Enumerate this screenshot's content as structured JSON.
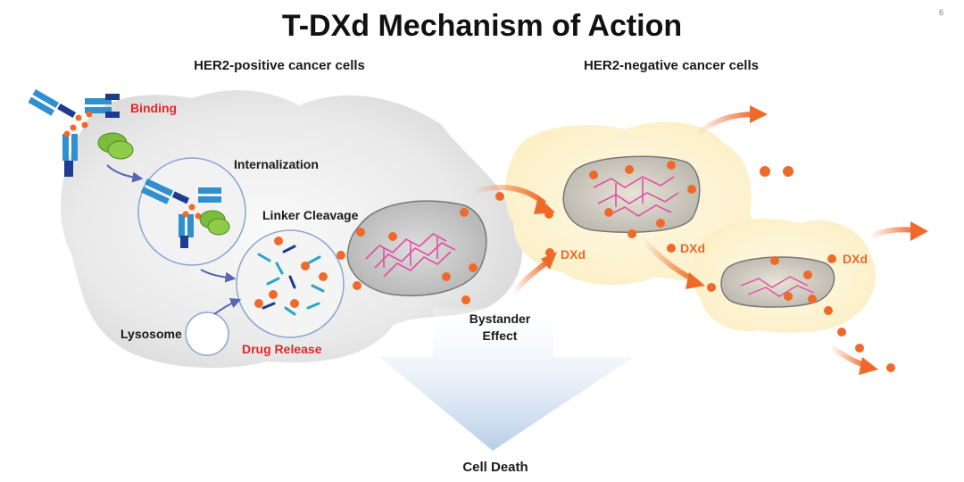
{
  "title": "T-DXd Mechanism of Action",
  "page_number": "6",
  "sections": {
    "left_heading": "HER2-positive cancer cells",
    "right_heading": "HER2-negative cancer cells"
  },
  "steps": {
    "binding": "Binding",
    "internalization": "Internalization",
    "linker_cleavage": "Linker Cleavage",
    "lysosome": "Lysosome",
    "drug_release": "Drug Release"
  },
  "bystander": {
    "line1": "Bystander",
    "line2": "Effect"
  },
  "payload_labels": [
    "DXd",
    "DXd",
    "DXd"
  ],
  "outcome": "Cell Death",
  "colors": {
    "accent_orange": "#ef6a2a",
    "warning_red": "#e5262b",
    "her2_positive_cell": "#e7e7e7",
    "her2_negative_cell": "#fdf2cf",
    "antibody_blue": "#2f8fcf",
    "dna_magenta": "#e24ea4",
    "receptor_green": "#7dbb3c"
  }
}
